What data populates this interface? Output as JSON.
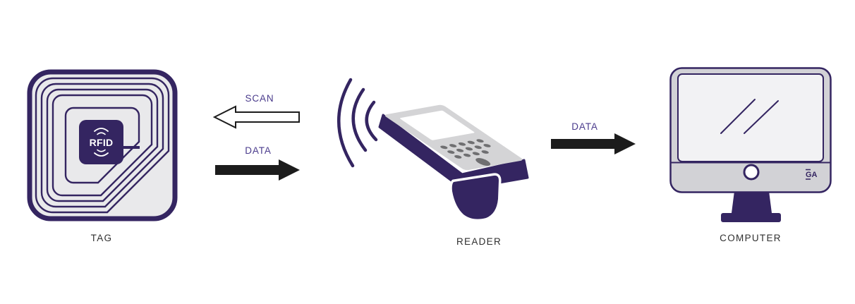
{
  "diagram": {
    "background_color": "#ffffff",
    "palette": {
      "primary_purple": "#342561",
      "connection_label_purple": "#4a3b8c",
      "tag_fill_gray": "#e9e9eb",
      "device_gray": "#d2d2d6",
      "reader_face_gray": "#d4d4d6",
      "screen_gray": "#f2f2f4",
      "keypad_dot_gray": "#6f6f71",
      "arrow_black": "#1c1c1c",
      "node_label_gray": "#2f2f2f"
    },
    "icons": {
      "tag": "rfid-tag-icon",
      "tag_chip": "rfid-chip-icon",
      "reader": "rfid-reader-icon",
      "reader_waves": "signal-waves-icon",
      "computer": "computer-monitor-icon",
      "scan_arrow": "outline-left-arrow-icon",
      "data_arrow": "solid-right-arrow-icon"
    },
    "nodes": [
      {
        "id": "tag",
        "label": "TAG",
        "chip_text": "RFID"
      },
      {
        "id": "reader",
        "label": "READER"
      },
      {
        "id": "computer",
        "label": "COMPUTER",
        "logo_text": "GA"
      }
    ],
    "connections": [
      {
        "id": "scan",
        "label": "SCAN",
        "from": "reader",
        "to": "tag",
        "direction": "left",
        "arrow_style": "outline"
      },
      {
        "id": "data_tag_to_reader",
        "label": "DATA",
        "from": "tag",
        "to": "reader",
        "direction": "right",
        "arrow_style": "solid"
      },
      {
        "id": "data_reader_to_computer",
        "label": "DATA",
        "from": "reader",
        "to": "computer",
        "direction": "right",
        "arrow_style": "solid"
      }
    ]
  }
}
